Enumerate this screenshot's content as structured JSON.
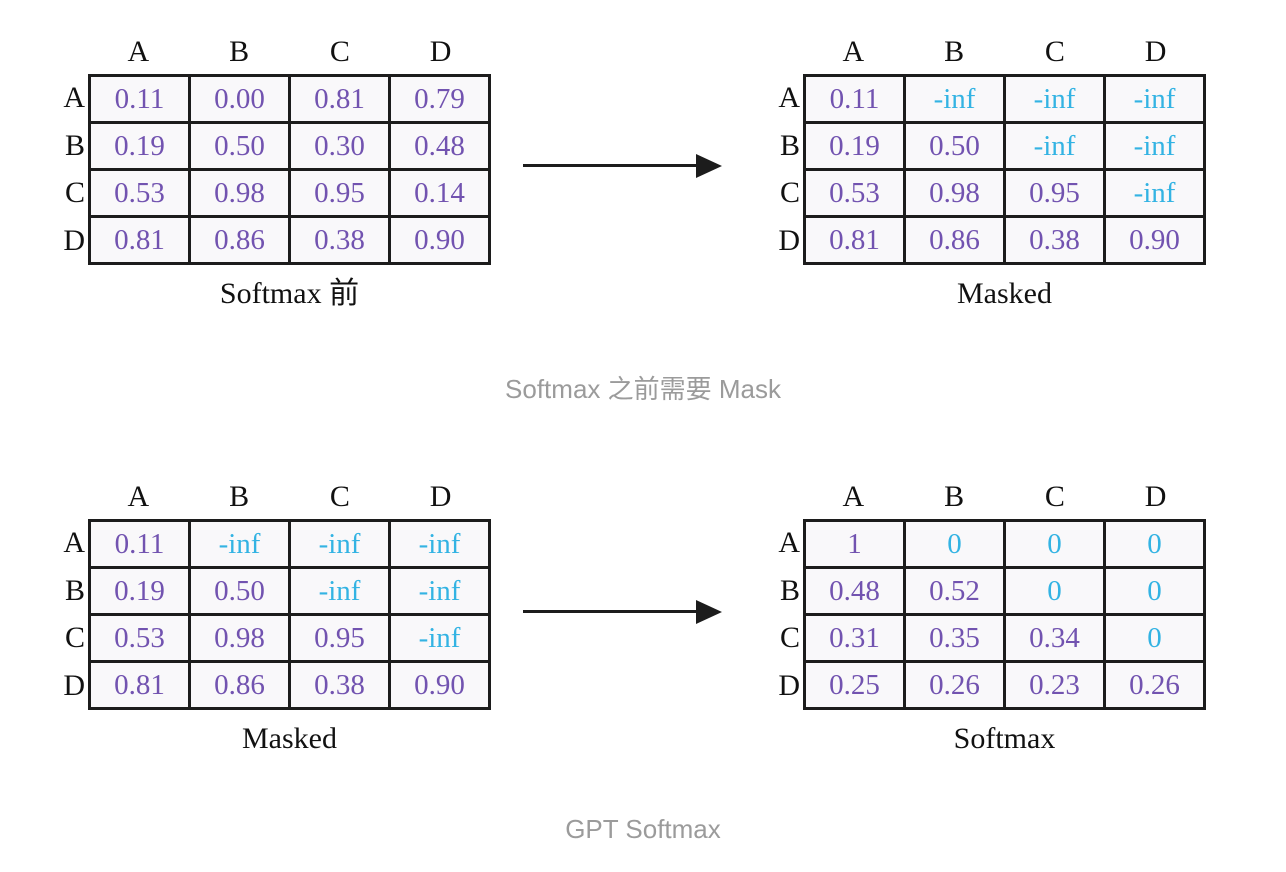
{
  "palette": {
    "value_color": "#7253b0",
    "masked_color": "#33b3e3",
    "grid_color": "#1c1c1c",
    "label_color": "#111111",
    "caption_color": "#9b9b9b",
    "cell_background": "#f9f8fa",
    "page_background": "#ffffff"
  },
  "column_headers": [
    "A",
    "B",
    "C",
    "D"
  ],
  "row_headers": [
    "A",
    "B",
    "C",
    "D"
  ],
  "matrices": [
    {
      "name": "pre-softmax",
      "caption": "Softmax 前",
      "cells": [
        [
          "0.11",
          "0.00",
          "0.81",
          "0.79"
        ],
        [
          "0.19",
          "0.50",
          "0.30",
          "0.48"
        ],
        [
          "0.53",
          "0.98",
          "0.95",
          "0.14"
        ],
        [
          "0.81",
          "0.86",
          "0.38",
          "0.90"
        ]
      ],
      "masked": [
        [
          0,
          0,
          0,
          0
        ],
        [
          0,
          0,
          0,
          0
        ],
        [
          0,
          0,
          0,
          0
        ],
        [
          0,
          0,
          0,
          0
        ]
      ]
    },
    {
      "name": "masked-top",
      "caption": "Masked",
      "cells": [
        [
          "0.11",
          "-inf",
          "-inf",
          "-inf"
        ],
        [
          "0.19",
          "0.50",
          "-inf",
          "-inf"
        ],
        [
          "0.53",
          "0.98",
          "0.95",
          "-inf"
        ],
        [
          "0.81",
          "0.86",
          "0.38",
          "0.90"
        ]
      ],
      "masked": [
        [
          0,
          1,
          1,
          1
        ],
        [
          0,
          0,
          1,
          1
        ],
        [
          0,
          0,
          0,
          1
        ],
        [
          0,
          0,
          0,
          0
        ]
      ]
    },
    {
      "name": "masked-bottom",
      "caption": "Masked",
      "cells": [
        [
          "0.11",
          "-inf",
          "-inf",
          "-inf"
        ],
        [
          "0.19",
          "0.50",
          "-inf",
          "-inf"
        ],
        [
          "0.53",
          "0.98",
          "0.95",
          "-inf"
        ],
        [
          "0.81",
          "0.86",
          "0.38",
          "0.90"
        ]
      ],
      "masked": [
        [
          0,
          1,
          1,
          1
        ],
        [
          0,
          0,
          1,
          1
        ],
        [
          0,
          0,
          0,
          1
        ],
        [
          0,
          0,
          0,
          0
        ]
      ]
    },
    {
      "name": "softmax-result",
      "caption": "Softmax",
      "cells": [
        [
          "1",
          "0",
          "0",
          "0"
        ],
        [
          "0.48",
          "0.52",
          "0",
          "0"
        ],
        [
          "0.31",
          "0.35",
          "0.34",
          "0"
        ],
        [
          "0.25",
          "0.26",
          "0.23",
          "0.26"
        ]
      ],
      "masked": [
        [
          0,
          1,
          1,
          1
        ],
        [
          0,
          0,
          1,
          1
        ],
        [
          0,
          0,
          0,
          1
        ],
        [
          0,
          0,
          0,
          0
        ]
      ]
    }
  ],
  "annotations": {
    "step1": "Softmax 之前需要 Mask",
    "step2": "GPT Softmax"
  }
}
